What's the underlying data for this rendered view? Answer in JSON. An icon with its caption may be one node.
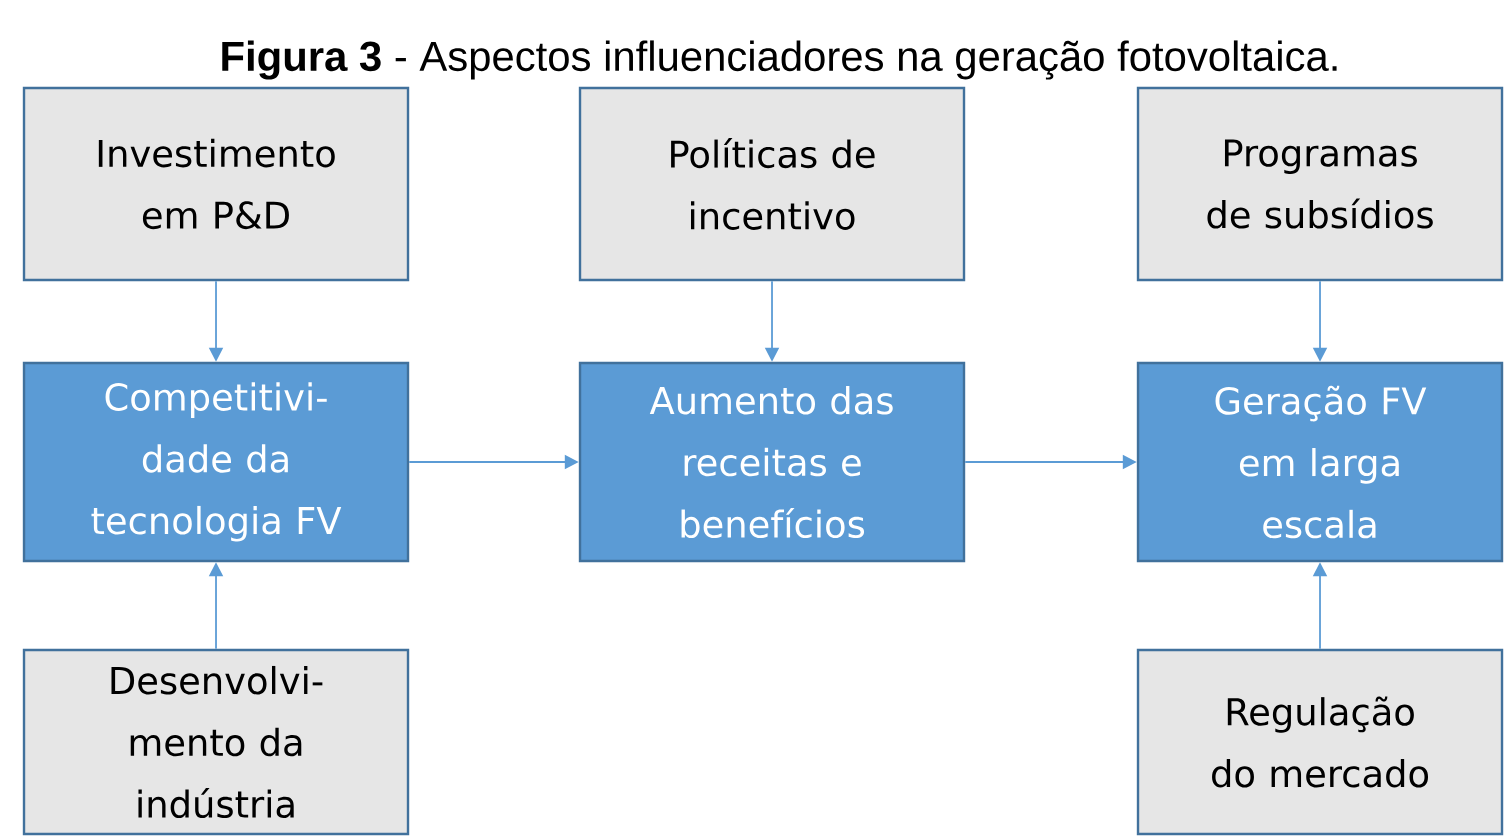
{
  "diagram": {
    "title": "**Figura 3** - Aspectos influenciadores na geração fotovoltaica.",
    "nodes": [
      {
        "text": [
          "Investimento em P&D"
        ]
      },
      {
        "text": [
          "Políticas de incentivo"
        ]
      },
      {
        "text": [
          "Programas de subsídios"
        ]
      },
      {
        "text": [
          "Competitivi- dade da tecnologia FV"
        ]
      },
      {
        "text": [
          "Aumento das receitas e benefícios"
        ]
      },
      {
        "text": [
          "Geração FV em larga escala"
        ]
      },
      {
        "text": [
          "Desenvolvi- mento da indústria"
        ]
      },
      {
        "text": [
          "Regulação do mercado"
        ]
      }
    ],
    "edges": [
      {
        "from": 0,
        "to": 3,
        "arrow": "to"
      },
      {
        "from": 1,
        "to": 4,
        "arrow": "to"
      },
      {
        "from": 2,
        "to": 5,
        "arrow": "to"
      },
      {
        "from": 3,
        "to": 4,
        "arrow": "to"
      },
      {
        "from": 4,
        "to": 5,
        "arrow": "to"
      },
      {
        "from": 6,
        "to": 3,
        "arrow": "to"
      },
      {
        "from": 7,
        "to": 5,
        "arrow": "to"
      }
    ]
  }
}
